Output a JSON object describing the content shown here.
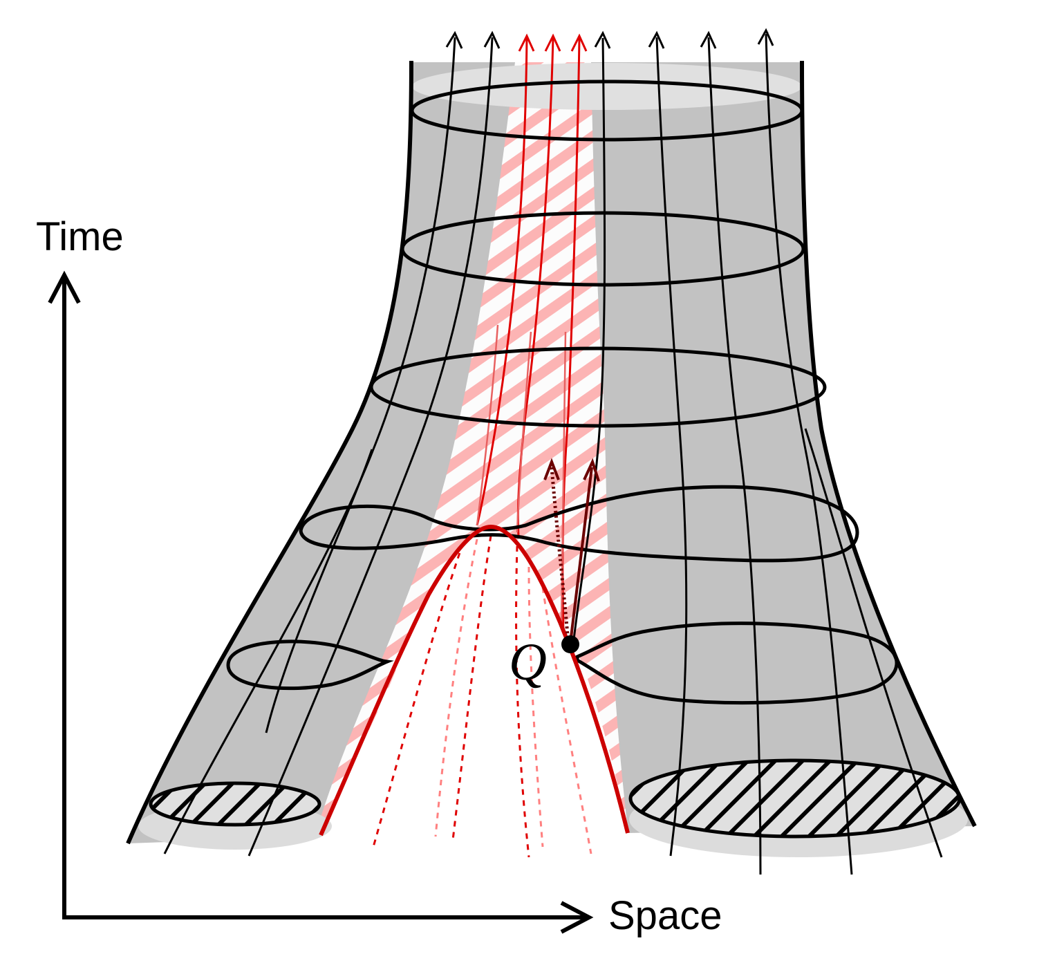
{
  "axes": {
    "vertical_label": "Time",
    "horizontal_label": "Space"
  },
  "point": {
    "label": "Q"
  },
  "colors": {
    "surface_fill": "#c2c2c2",
    "cap_fill": "#e0e0e0",
    "outline": "#000000",
    "worldline_red": "#e00000",
    "horizon_red": "#cc0000",
    "hatch_pink": "#ffb3b3",
    "dark_red_arrow": "#6b0000"
  }
}
